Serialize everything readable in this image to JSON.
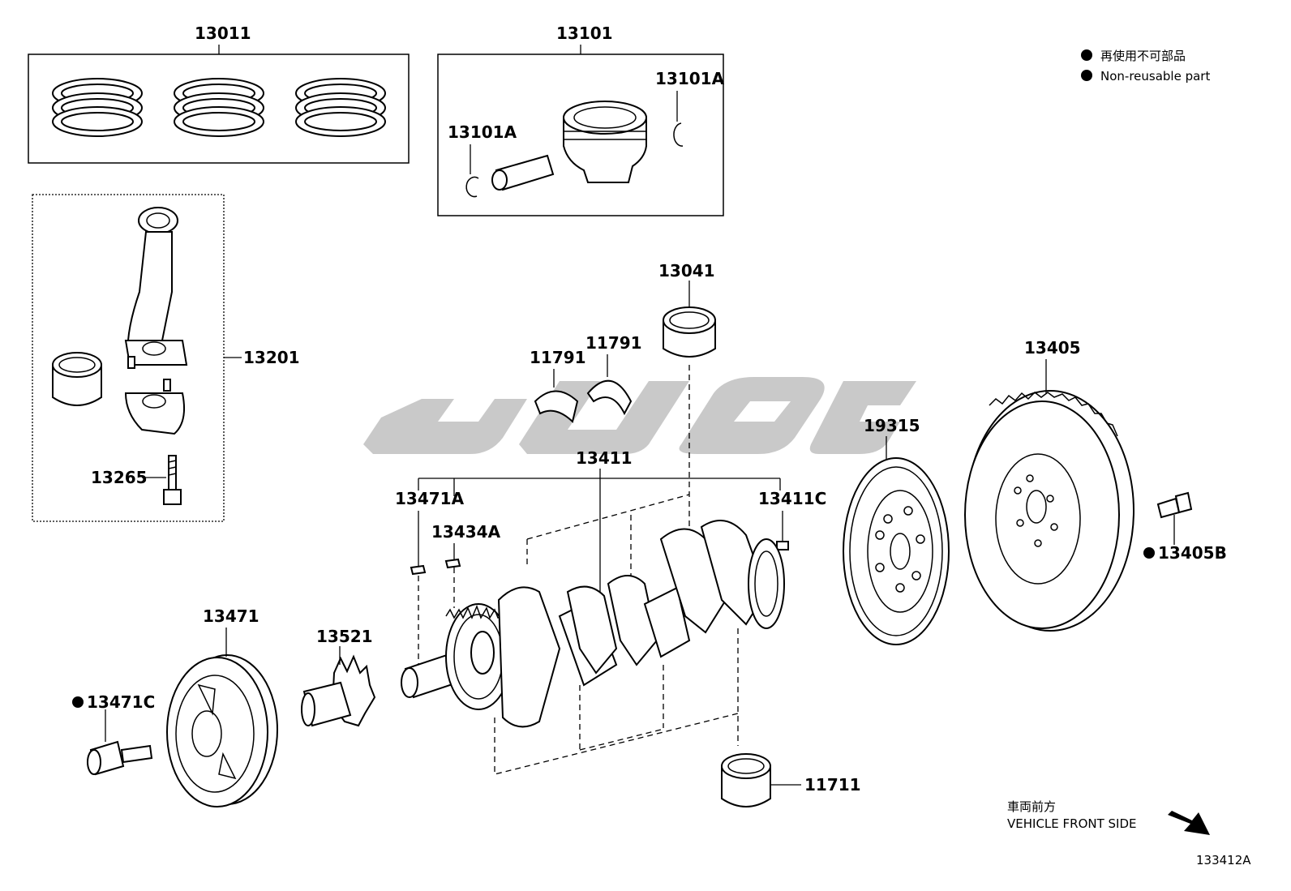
{
  "legend": {
    "items": [
      {
        "label_jp": "再使用不可部品"
      },
      {
        "label_en": "Non-reusable part"
      }
    ]
  },
  "labels": {
    "p13011": "13011",
    "p13101": "13101",
    "p13101A_top": "13101A",
    "p13101A_left": "13101A",
    "p13201": "13201",
    "p13265": "13265",
    "p13041": "13041",
    "p11791a": "11791",
    "p11791b": "11791",
    "p13411": "13411",
    "p13471A": "13471A",
    "p13434A": "13434A",
    "p13411C": "13411C",
    "p13405": "13405",
    "p19315": "19315",
    "p13405B": "13405B",
    "p13471": "13471",
    "p13521": "13521",
    "p13471C": "13471C",
    "p11711": "11711"
  },
  "direction": {
    "jp": "車両前方",
    "en": "VEHICLE FRONT SIDE"
  },
  "figure_id": "133412A",
  "colors": {
    "line": "#000000",
    "watermark": "#c9c9c9",
    "background": "#ffffff"
  }
}
